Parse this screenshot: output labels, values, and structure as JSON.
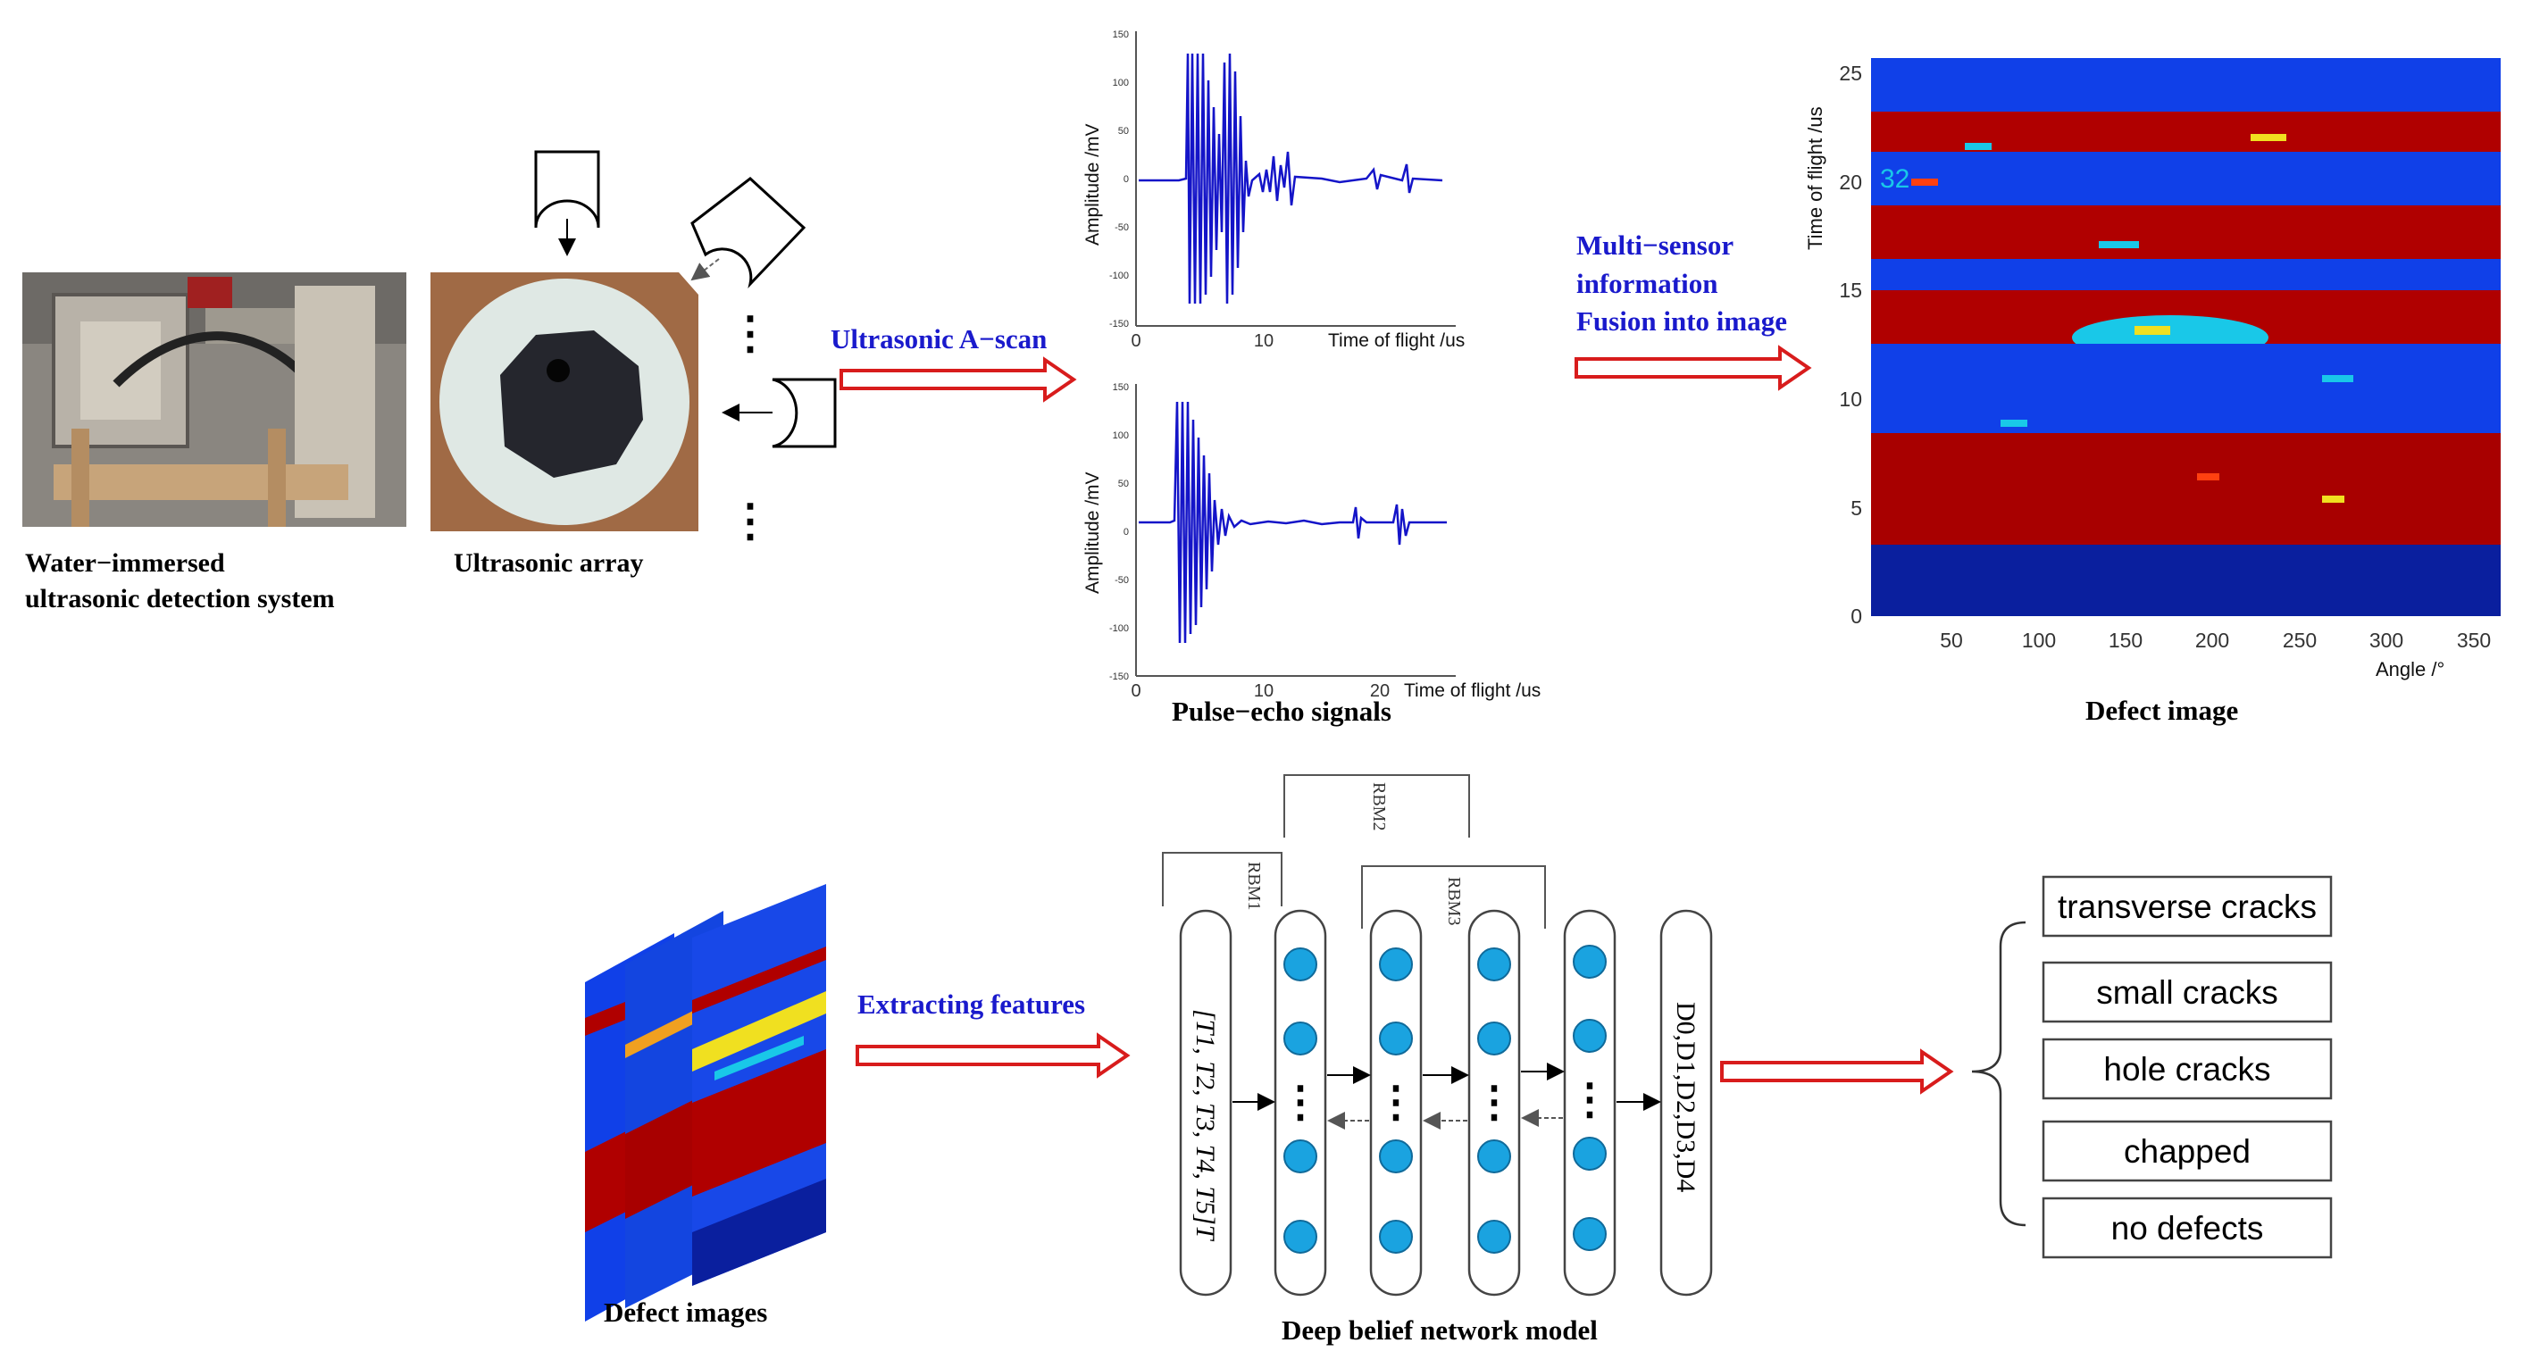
{
  "top": {
    "system_caption_line1": "Water−immersed",
    "system_caption_line2": "ultrasonic detection system",
    "array_caption": "Ultrasonic array",
    "ascan_label": "Ultrasonic A−scan",
    "fusion_label_line1": "Multi−sensor",
    "fusion_label_line2": "information",
    "fusion_label_line3": "Fusion into image",
    "signals_caption": "Pulse−echo signals",
    "defect_image_caption": "Defect image",
    "ellipsis": "⋮"
  },
  "plot1": {
    "ylabel": "Amplitude /mV",
    "xlabel": "Time of flight /us",
    "yticks": [
      "150",
      "100",
      "50",
      "0",
      "-50",
      "-100",
      "-150"
    ],
    "xticks": [
      "0",
      "10"
    ]
  },
  "plot2": {
    "ylabel": "Amplitude /mV",
    "xlabel": "Time of flight /us",
    "yticks": [
      "150",
      "100",
      "50",
      "0",
      "-50",
      "-100",
      "-150"
    ],
    "xticks": [
      "0",
      "10",
      "20"
    ]
  },
  "heatmap": {
    "ylabel": "Time of flight /us",
    "xlabel": "Angle /°",
    "yticks": [
      "25",
      "20",
      "15",
      "10",
      "5",
      "0"
    ],
    "xticks": [
      "50",
      "100",
      "150",
      "200",
      "250",
      "300",
      "350"
    ],
    "marker": "32",
    "colors": {
      "deep_blue": "#0a1f9e",
      "blue": "#1040e8",
      "cyan": "#19c8e8",
      "yellow": "#f0e020",
      "red": "#b00000",
      "orange": "#ff4010"
    }
  },
  "bottom": {
    "defect_images_caption": "Defect images",
    "extract_label": "Extracting features",
    "dbn_caption": "Deep belief network model",
    "rbm1": "RBM1",
    "rbm2": "RBM2",
    "rbm3": "RBM3",
    "input_vector": "[T1, T2, T3, T4, T5]T",
    "output_vector": "D0,D1,D2,D3,D4",
    "classes": [
      "transverse cracks",
      "small cracks",
      "hole cracks",
      "chapped",
      "no defects"
    ]
  },
  "colors": {
    "arrow_red": "#d81c1c",
    "label_blue": "#1a1acc",
    "node_blue": "#1aa3e0",
    "signal_blue": "#1414c8"
  }
}
